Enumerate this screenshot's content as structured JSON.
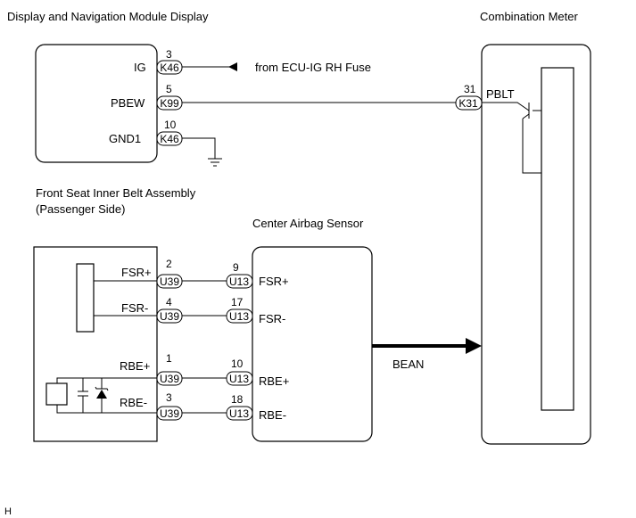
{
  "titles": {
    "display_module": "Display and Navigation Module Display",
    "combination_meter": "Combination Meter",
    "belt_assembly_line1": "Front Seat Inner Belt Assembly",
    "belt_assembly_line2": "(Passenger Side)",
    "airbag_sensor": "Center Airbag Sensor"
  },
  "display_module": {
    "pins": [
      {
        "label": "IG",
        "pin": "3",
        "connector": "K46"
      },
      {
        "label": "PBEW",
        "pin": "5",
        "connector": "K99"
      },
      {
        "label": "GND1",
        "pin": "10",
        "connector": "K46"
      }
    ],
    "fuse_note": "from ECU-IG RH Fuse"
  },
  "combination_meter": {
    "pin": "31",
    "connector": "K31",
    "label": "PBLT"
  },
  "belt_assembly": {
    "pins": [
      {
        "label": "FSR+",
        "pin": "2",
        "connector": "U39"
      },
      {
        "label": "FSR-",
        "pin": "4",
        "connector": "U39"
      },
      {
        "label": "RBE+",
        "pin": "1",
        "connector": "U39"
      },
      {
        "label": "RBE-",
        "pin": "3",
        "connector": "U39"
      }
    ]
  },
  "airbag_sensor": {
    "pins": [
      {
        "label": "FSR+",
        "pin": "9",
        "connector": "U13"
      },
      {
        "label": "FSR-",
        "pin": "17",
        "connector": "U13"
      },
      {
        "label": "RBE+",
        "pin": "10",
        "connector": "U13"
      },
      {
        "label": "RBE-",
        "pin": "18",
        "connector": "U13"
      }
    ]
  },
  "bus_label": "BEAN",
  "corner_mark": "H"
}
